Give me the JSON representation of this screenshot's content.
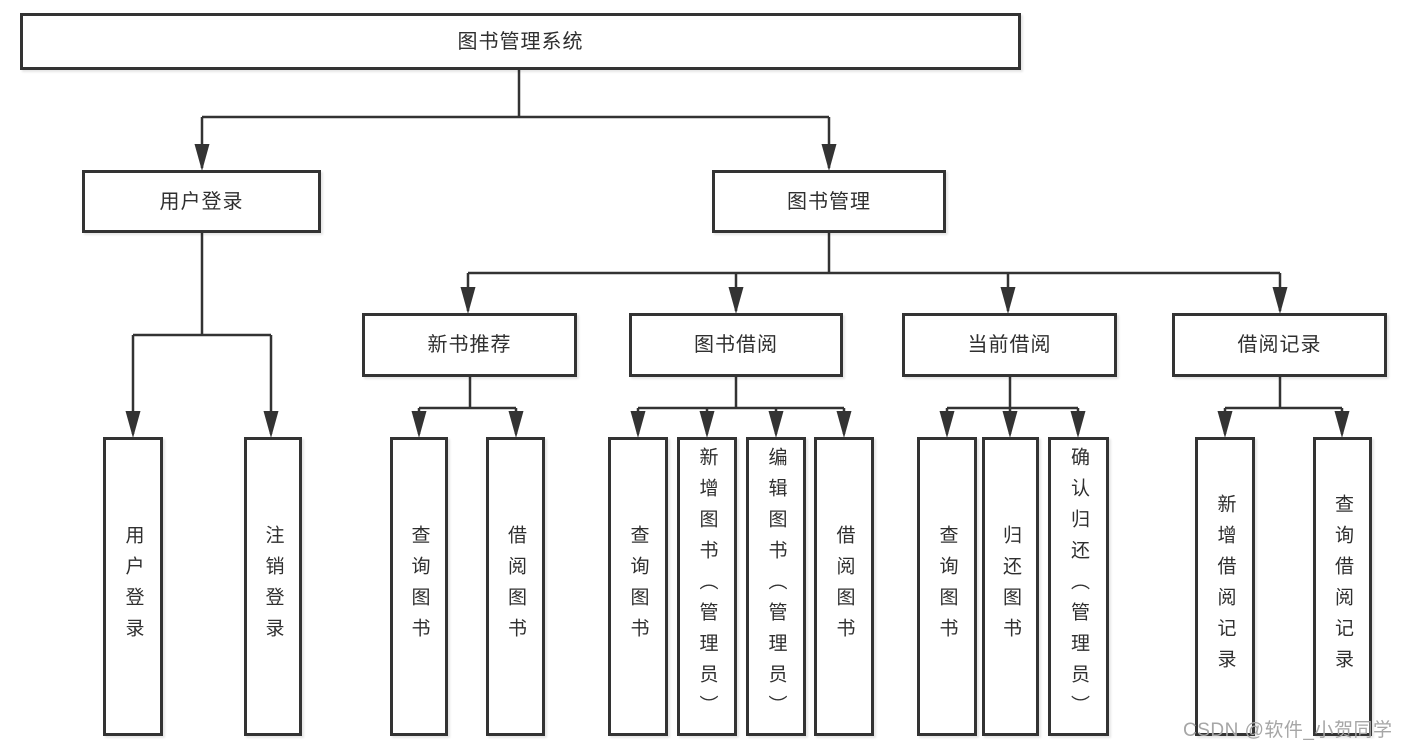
{
  "tree": {
    "label": "图书管理系统",
    "children": [
      {
        "label": "用户登录",
        "children": [
          {
            "label": "用户登录"
          },
          {
            "label": "注销登录"
          }
        ]
      },
      {
        "label": "图书管理",
        "children": [
          {
            "label": "新书推荐",
            "children": [
              {
                "label": "查询图书"
              },
              {
                "label": "借阅图书"
              }
            ]
          },
          {
            "label": "图书借阅",
            "children": [
              {
                "label": "查询图书"
              },
              {
                "label": "新增图书（管理员）"
              },
              {
                "label": "编辑图书（管理员）"
              },
              {
                "label": "借阅图书"
              }
            ]
          },
          {
            "label": "当前借阅",
            "children": [
              {
                "label": "查询图书"
              },
              {
                "label": "归还图书"
              },
              {
                "label": "确认归还（管理员）"
              }
            ]
          },
          {
            "label": "借阅记录",
            "children": [
              {
                "label": "新增借阅记录"
              },
              {
                "label": "查询借阅记录"
              }
            ]
          }
        ]
      }
    ]
  },
  "watermark": {
    "text": "CSDN @软件_小贺同学"
  },
  "colors": {
    "line": "#333333",
    "box_border": "#333333",
    "text": "#2f2f2f",
    "watermark": "#a6a6a6",
    "background": "#ffffff"
  }
}
